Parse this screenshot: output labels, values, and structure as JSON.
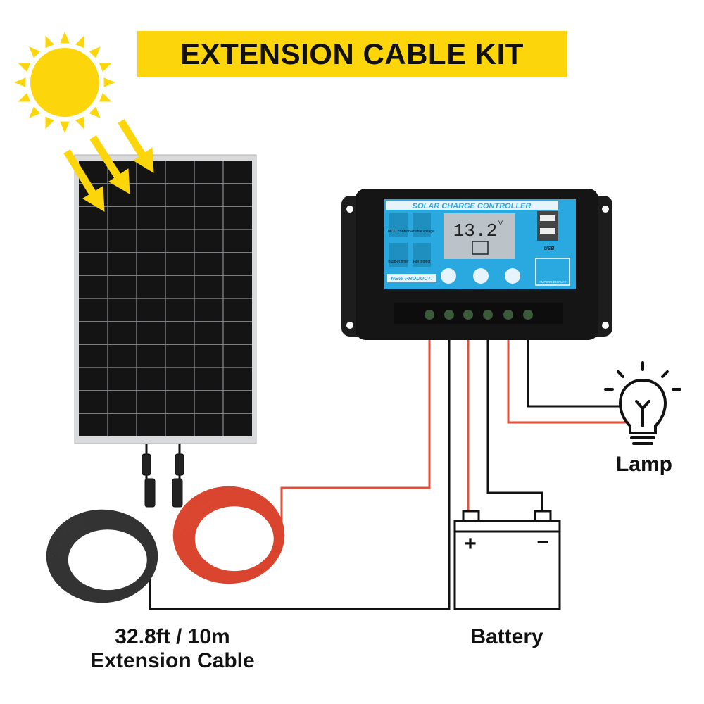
{
  "title": "EXTENSION CABLE KIT",
  "controller": {
    "header": "SOLAR CHARGE CONTROLLER",
    "voltage": "13.2",
    "voltage_unit": "V",
    "features": [
      "MCU control",
      "Settable voltage",
      "Build-in timer",
      "Full protect"
    ],
    "badge": "NEW PRODUCT!",
    "usb_label": "USB",
    "ampere_label": "AMPERE DISPLAY"
  },
  "labels": {
    "lamp": "Lamp",
    "battery": "Battery",
    "battery_plus": "+",
    "battery_minus": "−",
    "cable_length": "32.8ft / 10m",
    "cable_name": "Extension Cable"
  },
  "colors": {
    "banner": "#fcd60a",
    "sun": "#fcd60a",
    "red_wire": "#e0503a",
    "black_wire": "#111111",
    "controller_panel": "#2aa8e0"
  }
}
